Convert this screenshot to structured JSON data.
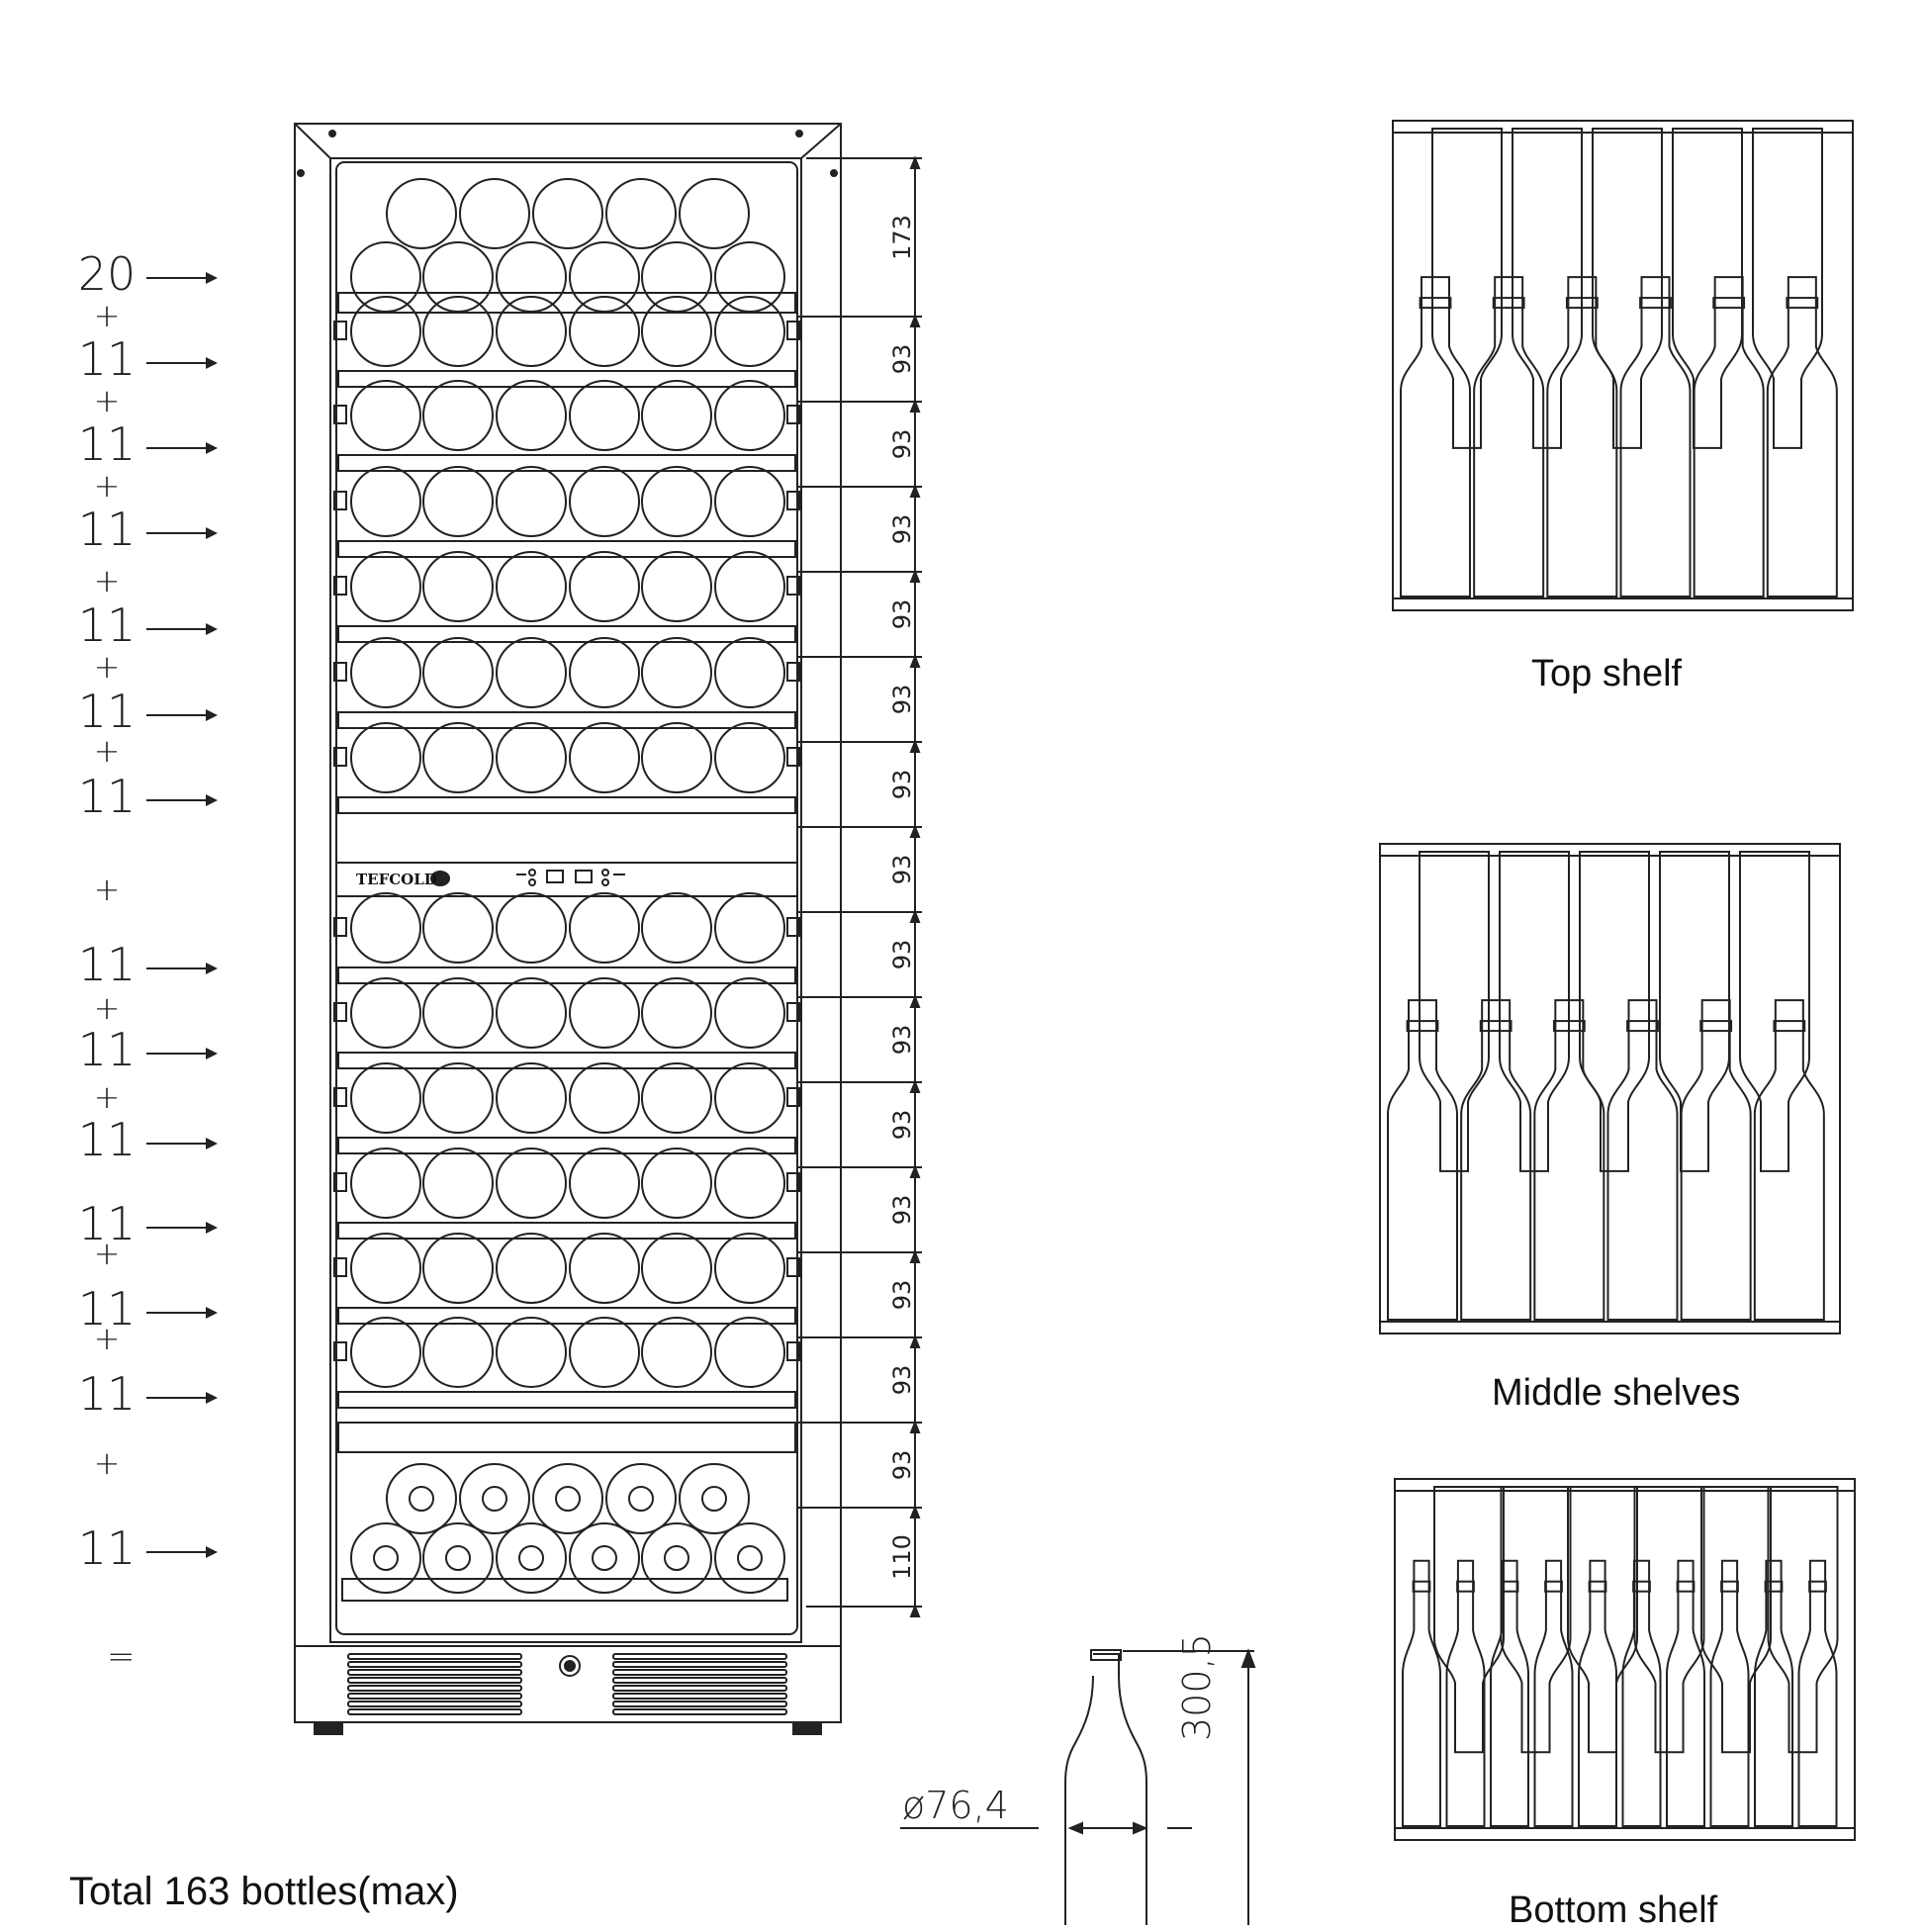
{
  "total_label": "Total 163 bottles(max)",
  "captions": {
    "top": "Top shelf",
    "middle": "Middle shelves",
    "bottom": "Bottom shelf"
  },
  "brand": "TEFCOLD",
  "equals": "=",
  "shelf_counts": [
    "20",
    "11",
    "11",
    "11",
    "11",
    "11",
    "11",
    "11",
    "11",
    "11",
    "11",
    "11",
    "11",
    "11"
  ],
  "plus_sign": "+",
  "dimensions": {
    "top": "173",
    "row": "93",
    "bottom": "110",
    "bottle_diameter": "ø76,4",
    "bottle_height": "300,5"
  },
  "colors": {
    "line": "#222222",
    "background": "#ffffff"
  }
}
